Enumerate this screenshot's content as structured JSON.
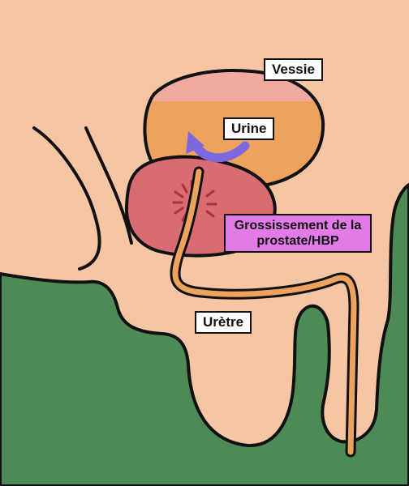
{
  "labels": {
    "vessie": "Vessie",
    "urine": "Urine",
    "uretre": "Urètre",
    "hbp": "Grossissement de la prostate/HBP"
  },
  "colors": {
    "skin": "#f6c6a4",
    "background_green": "#4e8a55",
    "bladder_top": "#f2aaa0",
    "urine": "#eda35d",
    "prostate": "#d96c72",
    "urethra": "#eda35d",
    "arrow": "#7e68e0",
    "hbp_label": "#e27be8",
    "outline": "#111111"
  },
  "icons": {
    "flow": "curved-arrow-icon",
    "pressure": "radiating-lines-icon"
  }
}
